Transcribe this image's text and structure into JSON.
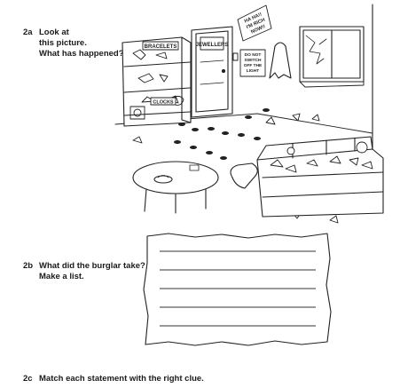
{
  "exercise_2a": {
    "number": "2a",
    "lines": [
      "Look at",
      "this picture.",
      "What has happened?"
    ]
  },
  "illustration": {
    "shelf_sign_1": "BRACELETS",
    "shelf_sign_2": "CLOCKS",
    "door_sign": "JEWELLERS",
    "note_lines": [
      "HA HA!!",
      "I'M RICH",
      "NOW!!"
    ],
    "switch_sign_lines": [
      "DO NOT",
      "SWITCH",
      "OFF THE",
      "LIGHT"
    ]
  },
  "exercise_2b": {
    "number": "2b",
    "lines": [
      "What did the burglar take?",
      "Make a list."
    ],
    "answer_lines": 5
  },
  "exercise_2c": {
    "number": "2c",
    "text": "Match each statement with the right clue."
  }
}
